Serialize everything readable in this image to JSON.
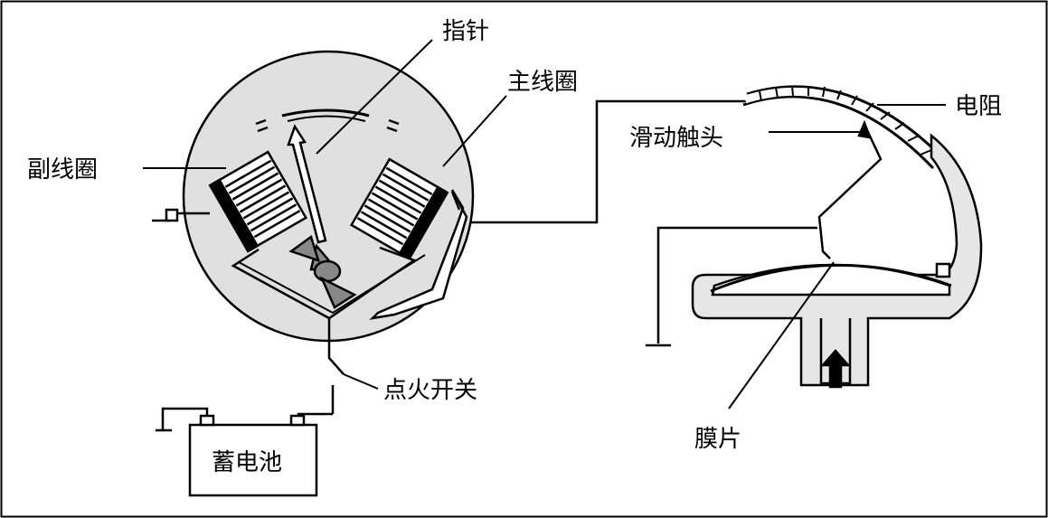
{
  "labels": {
    "pointer": "指针",
    "main_coil": "主线圈",
    "aux_coil": "副线圈",
    "resistor": "电阻",
    "slider": "滑动触头",
    "ignition": "点火开关",
    "battery": "蓄电池",
    "diaphragm": "膜片"
  },
  "colors": {
    "line": "#000000",
    "gauge_fill": "#e0e0e0",
    "chamber_fill": "#e6e6e6",
    "background": "#ffffff"
  }
}
